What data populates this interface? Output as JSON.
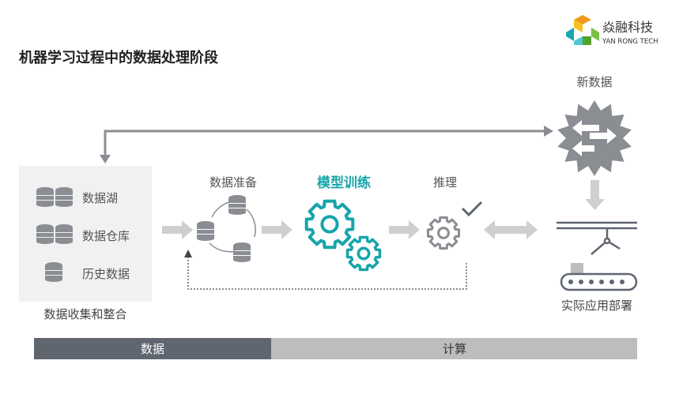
{
  "title": "机器学习过程中的数据处理阶段",
  "logo": {
    "name_cn": "焱融科技",
    "name_en": "YAN RONG TECH"
  },
  "sources": {
    "items": [
      {
        "label": "数据湖"
      },
      {
        "label": "数据仓库"
      },
      {
        "label": "历史数据"
      }
    ],
    "caption": "数据收集和整合"
  },
  "stages": {
    "prep": "数据准备",
    "train": "模型训练",
    "infer": "推理",
    "new_data": "新数据",
    "deploy": "实际应用部署"
  },
  "phases": {
    "data": "数据",
    "compute": "计算"
  },
  "colors": {
    "accent": "#16a5ab",
    "gray_icon": "#8a8d92",
    "arrow": "#cfcfcf",
    "bar_dark": "#5f6670",
    "bar_light": "#bdbdbd"
  }
}
